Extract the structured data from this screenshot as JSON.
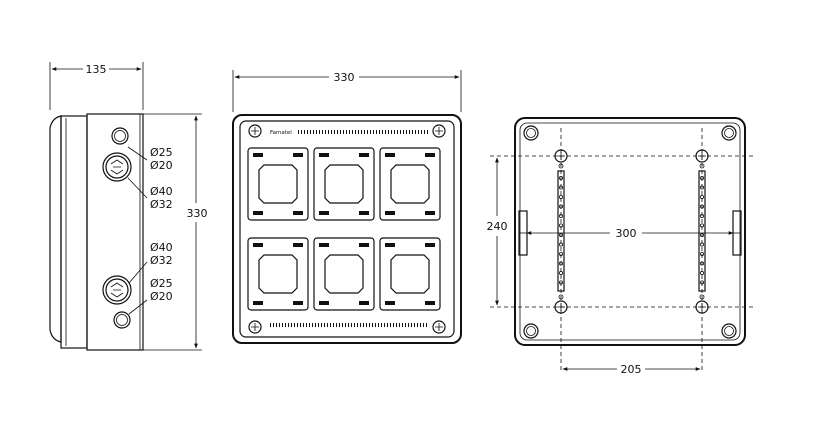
{
  "dimensions": {
    "side_depth": "135",
    "front_width": "330",
    "side_height": "330",
    "back_height_spacing": "240",
    "back_width_spacing": "300",
    "back_bottom_spacing": "205"
  },
  "side_view": {
    "hole_top_small": {
      "d1": "Ø25",
      "d2": "Ø20"
    },
    "hole_top_large": {
      "d1": "Ø40",
      "d2": "Ø32"
    },
    "hole_bottom_large": {
      "d1": "Ø40",
      "d2": "Ø32"
    },
    "hole_bottom_small": {
      "d1": "Ø25",
      "d2": "Ø20"
    }
  },
  "front_view": {
    "brand": "Famatel",
    "socket_grid": {
      "rows": 2,
      "columns": 3
    }
  },
  "colors": {
    "ink": "#111111",
    "background": "#ffffff"
  }
}
